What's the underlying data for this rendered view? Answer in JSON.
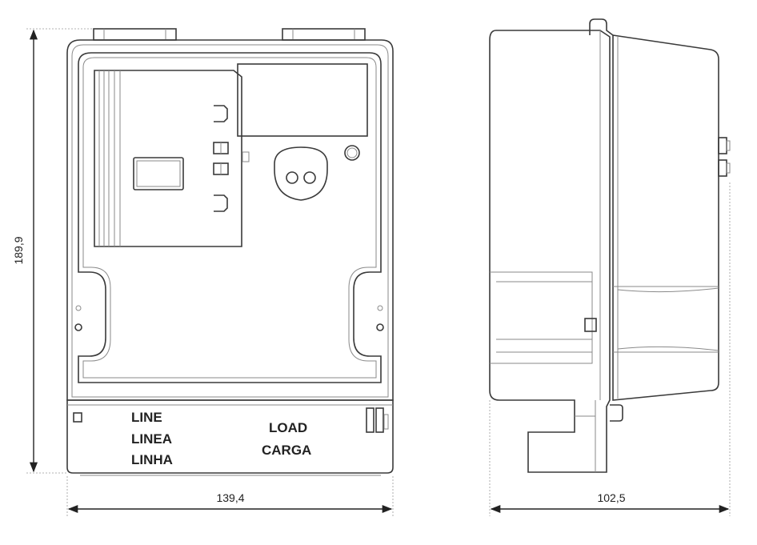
{
  "dimensions": {
    "height": "189,9",
    "front_width": "139,4",
    "side_depth": "102,5"
  },
  "terminal_labels": {
    "line": [
      "LINE",
      "LINEA",
      "LINHA"
    ],
    "load": [
      "LOAD",
      "CARGA"
    ]
  }
}
